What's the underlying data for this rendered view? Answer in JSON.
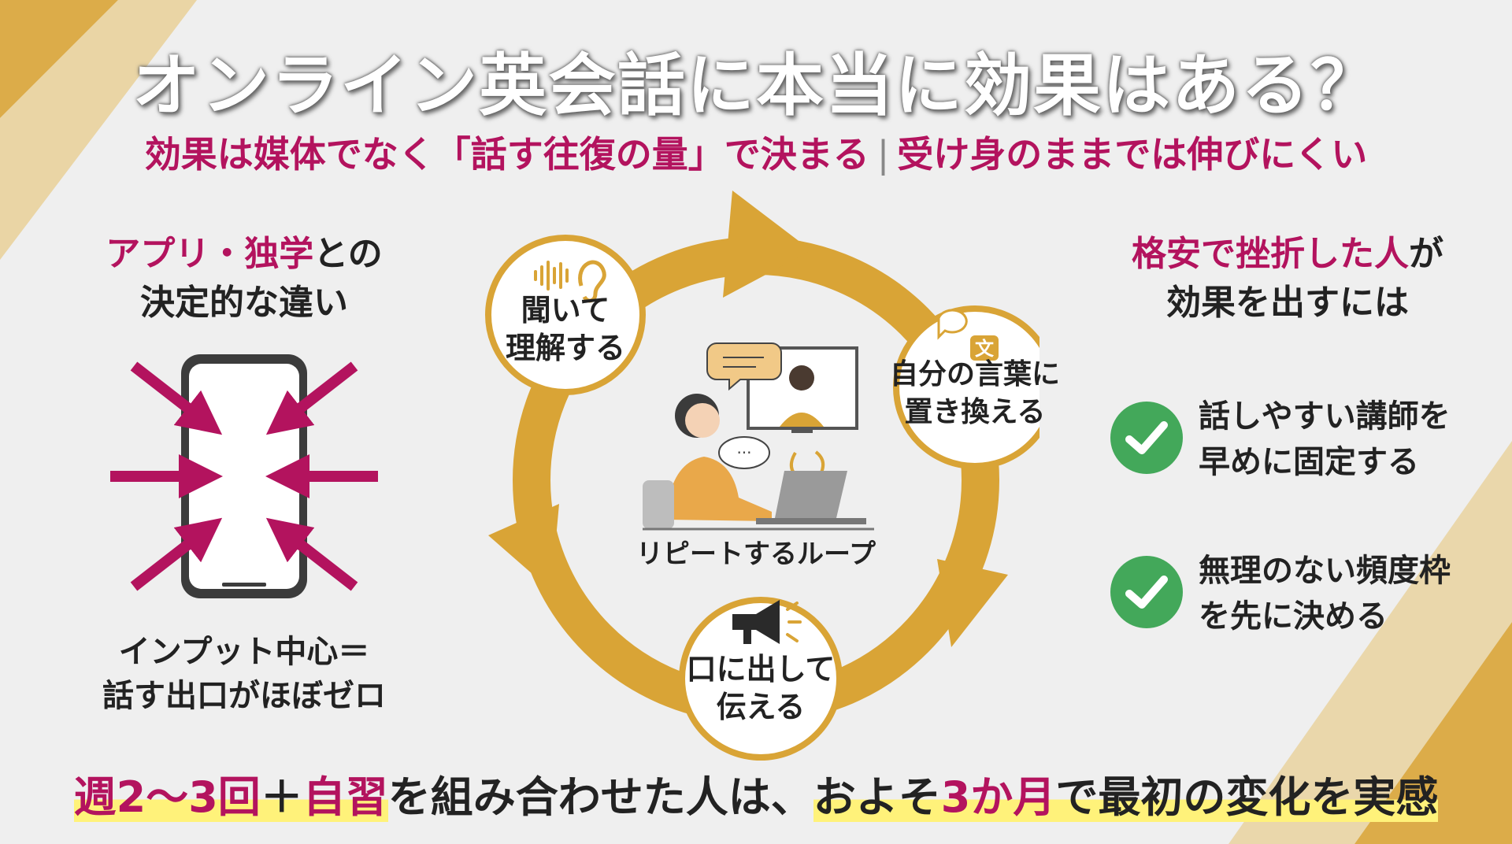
{
  "title": "オンライン英会話に本当に効果はある？",
  "subtitle": {
    "left": "効果は媒体でなく「話す往復の量」で決まる",
    "separator": "|",
    "right": "受け身のままでは伸びにくい"
  },
  "left_panel": {
    "heading_accent": "アプリ・独学",
    "heading_rest": "との",
    "heading_line2": "決定的な違い",
    "caption_line1": "インプット中心＝",
    "caption_line2": "話す出口がほぼゼロ"
  },
  "cycle": {
    "node_listen_line1": "聞いて",
    "node_listen_line2": "理解する",
    "node_rephrase_line1": "自分の言葉に",
    "node_rephrase_line2": "置き換える",
    "node_speak_line1": "口に出して",
    "node_speak_line2": "伝える",
    "center_caption": "リピートするループ",
    "translate_glyph": "文",
    "bubble_dots": "···"
  },
  "right_panel": {
    "heading_accent": "格安で挫折した人",
    "heading_rest": "が",
    "heading_line2": "効果を出すには",
    "items": [
      {
        "line1": "話しやすい講師を",
        "line2": "早めに固定する"
      },
      {
        "line1": "無理のない頻度枠",
        "line2": "を先に決める"
      }
    ]
  },
  "bottom_line": {
    "part1": "週2〜3回",
    "part2": "＋",
    "part3": "自習",
    "part4": "を組み合わせた人は、",
    "part5": "およそ",
    "part6": "3か月",
    "part7": "で最初の変化を実感"
  },
  "colors": {
    "accent_magenta": "#b3135e",
    "gold": "#d9a436",
    "check_green": "#43a85a",
    "highlight_yellow": "#fff27a"
  }
}
